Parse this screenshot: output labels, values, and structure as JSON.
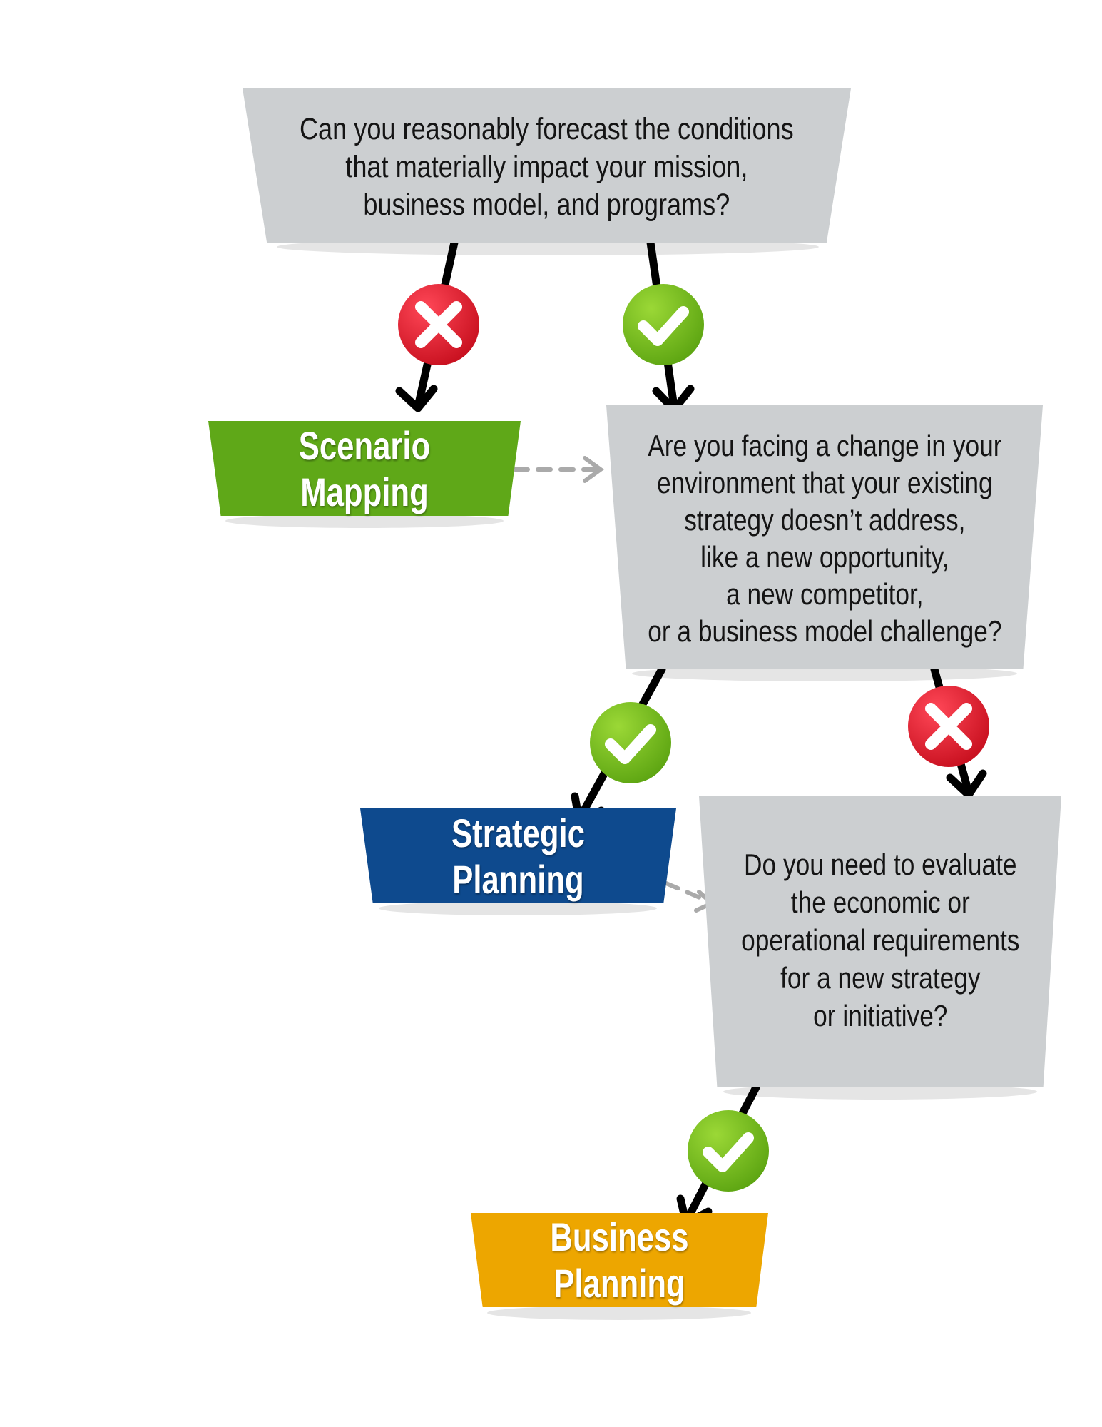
{
  "questions": {
    "q1": "Can you reasonably forecast the conditions\nthat materially impact your mission,\nbusiness model, and programs?",
    "q2": "Are you facing a change in your\nenvironment that your existing\nstrategy doesn’t address,\nlike a new opportunity,\na new competitor,\nor a business model challenge?",
    "q3": "Do you need to evaluate\nthe economic or\noperational requirements\nfor a new strategy\nor initiative?"
  },
  "outcomes": {
    "scenario": "Scenario Mapping",
    "strategic": "Strategic Planning",
    "business": "Business Planning"
  },
  "colors": {
    "question_box": "#cccfd1",
    "scenario": "#5fa818",
    "strategic": "#0e4a8e",
    "business": "#eda600",
    "yes_badge": "#78c11a",
    "no_badge": "#e51f33",
    "arrow": "#000000",
    "dashed_arrow": "#aaaaaa"
  },
  "icons": {
    "yes": "check-icon",
    "no": "cross-icon"
  }
}
